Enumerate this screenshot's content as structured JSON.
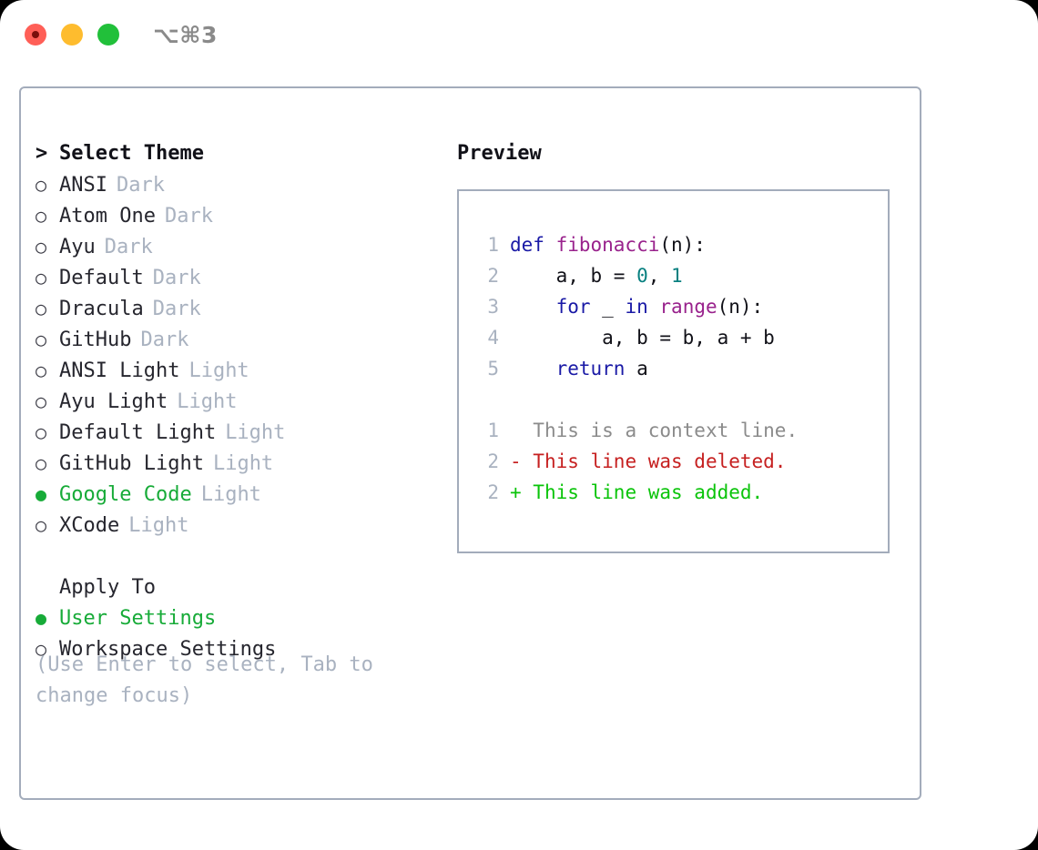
{
  "window": {
    "shortcut": "⌥⌘3",
    "traffic_lights": [
      {
        "name": "close-button",
        "color": "#ff5f57"
      },
      {
        "name": "minimize-button",
        "color": "#febc2e"
      },
      {
        "name": "maximize-button",
        "color": "#21c03a"
      }
    ]
  },
  "theme_selector": {
    "caret": ">",
    "header": "Select Theme",
    "bullet_unselected": "○",
    "bullet_selected": "●",
    "items": [
      {
        "name": "ANSI",
        "variant": "Dark",
        "selected": false
      },
      {
        "name": "Atom One",
        "variant": "Dark",
        "selected": false
      },
      {
        "name": "Ayu",
        "variant": "Dark",
        "selected": false
      },
      {
        "name": "Default",
        "variant": "Dark",
        "selected": false
      },
      {
        "name": "Dracula",
        "variant": "Dark",
        "selected": false
      },
      {
        "name": "GitHub",
        "variant": "Dark",
        "selected": false
      },
      {
        "name": "ANSI Light",
        "variant": "Light",
        "selected": false
      },
      {
        "name": "Ayu Light",
        "variant": "Light",
        "selected": false
      },
      {
        "name": "Default Light",
        "variant": "Light",
        "selected": false
      },
      {
        "name": "GitHub Light",
        "variant": "Light",
        "selected": false
      },
      {
        "name": "Google Code",
        "variant": "Light",
        "selected": true
      },
      {
        "name": "XCode",
        "variant": "Light",
        "selected": false
      }
    ]
  },
  "apply_to": {
    "header": "Apply To",
    "items": [
      {
        "name": "User Settings",
        "selected": true
      },
      {
        "name": "Workspace Settings",
        "selected": false
      }
    ]
  },
  "hint": "(Use Enter to select, Tab to change focus)",
  "preview": {
    "title": "Preview",
    "code_lines": [
      {
        "num": "1",
        "tokens": [
          {
            "t": "def ",
            "c": "kw"
          },
          {
            "t": "fibonacci",
            "c": "fn"
          },
          {
            "t": "(n):",
            "c": "pl"
          }
        ]
      },
      {
        "num": "2",
        "tokens": [
          {
            "t": "    a, b = ",
            "c": "pl"
          },
          {
            "t": "0",
            "c": "num"
          },
          {
            "t": ", ",
            "c": "pl"
          },
          {
            "t": "1",
            "c": "num"
          }
        ]
      },
      {
        "num": "3",
        "tokens": [
          {
            "t": "    ",
            "c": "pl"
          },
          {
            "t": "for",
            "c": "kw"
          },
          {
            "t": " _ ",
            "c": "pl"
          },
          {
            "t": "in",
            "c": "kw"
          },
          {
            "t": " ",
            "c": "pl"
          },
          {
            "t": "range",
            "c": "fn"
          },
          {
            "t": "(n):",
            "c": "pl"
          }
        ]
      },
      {
        "num": "4",
        "tokens": [
          {
            "t": "        a, b = b, a + b",
            "c": "pl"
          }
        ]
      },
      {
        "num": "5",
        "tokens": [
          {
            "t": "    ",
            "c": "pl"
          },
          {
            "t": "return",
            "c": "kw"
          },
          {
            "t": " a",
            "c": "pl"
          }
        ]
      }
    ],
    "diff_lines": [
      {
        "num": "1",
        "marker": "  ",
        "text": "This is a context line.",
        "kind": "ctx"
      },
      {
        "num": "2",
        "marker": "- ",
        "text": "This line was deleted.",
        "kind": "del"
      },
      {
        "num": "2",
        "marker": "+ ",
        "text": "This line was added.",
        "kind": "add"
      }
    ]
  },
  "colors": {
    "border": "#a3acbb",
    "accent_green": "#17ab38",
    "muted": "#a9b2c0",
    "keyword": "#1a1aa6",
    "function": "#99228c",
    "number": "#088080",
    "diff_deleted": "#c62020",
    "diff_added": "#0ac40a",
    "diff_context": "#8b8b8b"
  }
}
